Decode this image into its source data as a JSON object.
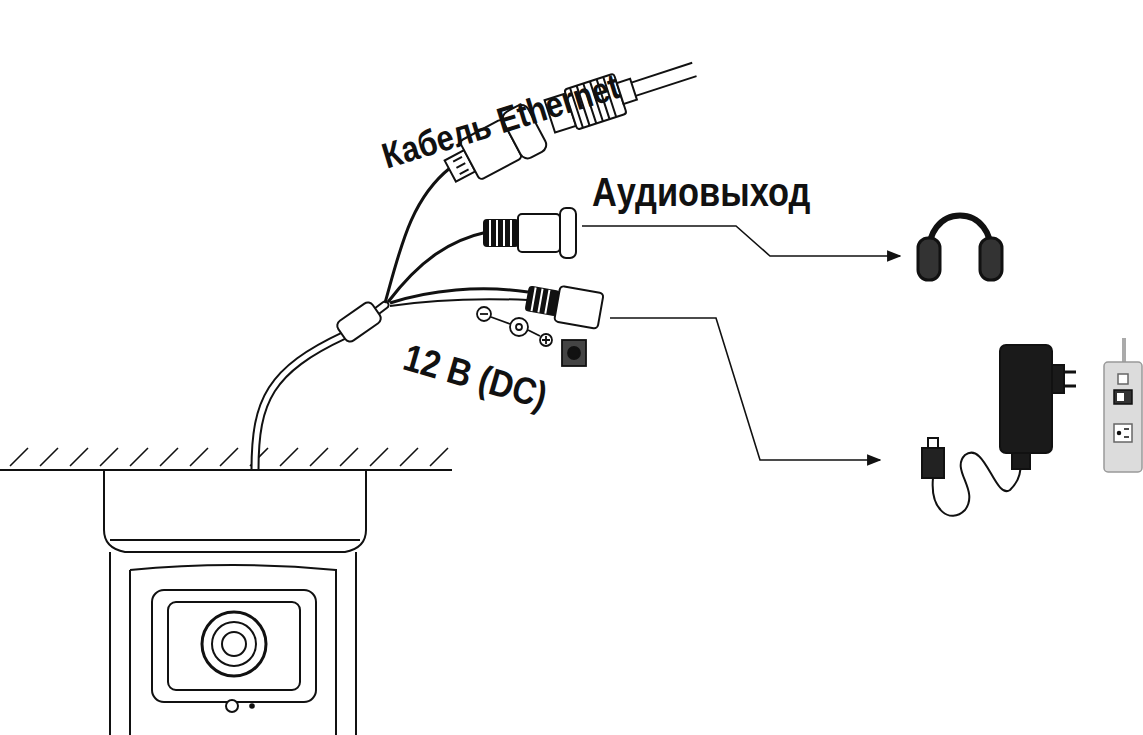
{
  "diagram": {
    "labels": [
      "Кабель Ethernet",
      "Аудиовыход",
      "12 В (DC)"
    ]
  }
}
